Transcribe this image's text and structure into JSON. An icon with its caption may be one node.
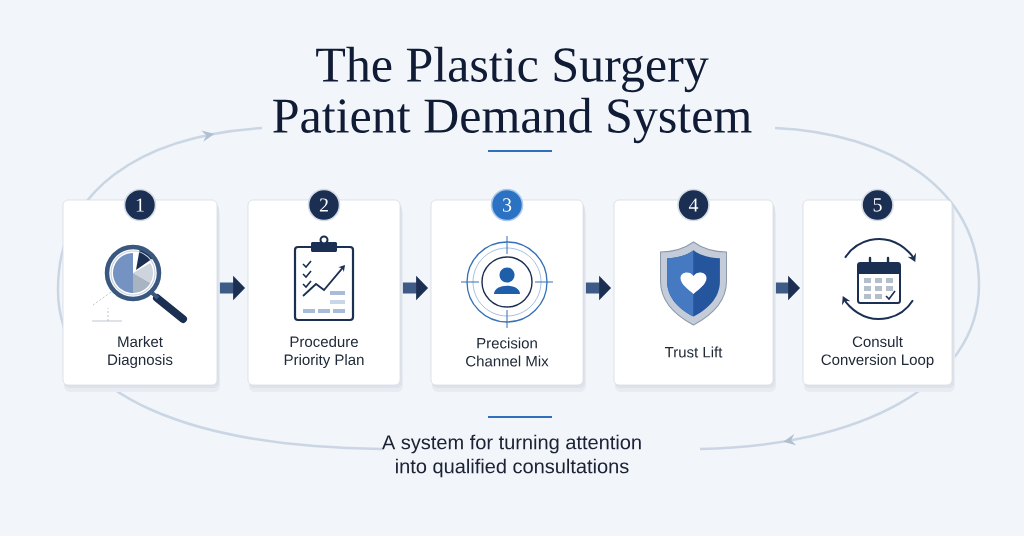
{
  "diagram": {
    "title": "The Plastic Surgery Patient Demand System",
    "caption": "A system for turning attention into qualified consultations",
    "nodes": [
      {
        "text": [
          "1",
          "Market Diagnosis"
        ]
      },
      {
        "text": [
          "2",
          "Procedure Priority Plan"
        ]
      },
      {
        "text": [
          "3",
          "Precision Channel Mix"
        ]
      },
      {
        "text": [
          "4",
          "Trust Lift"
        ]
      },
      {
        "text": [
          "5",
          "Consult Conversion Loop"
        ]
      }
    ],
    "edges": [
      {
        "from": 0,
        "to": 1,
        "arrow": "to"
      },
      {
        "from": 1,
        "to": 2,
        "arrow": "to"
      },
      {
        "from": 2,
        "to": 3,
        "arrow": "to"
      },
      {
        "from": 3,
        "to": 4,
        "arrow": "to"
      }
    ]
  }
}
